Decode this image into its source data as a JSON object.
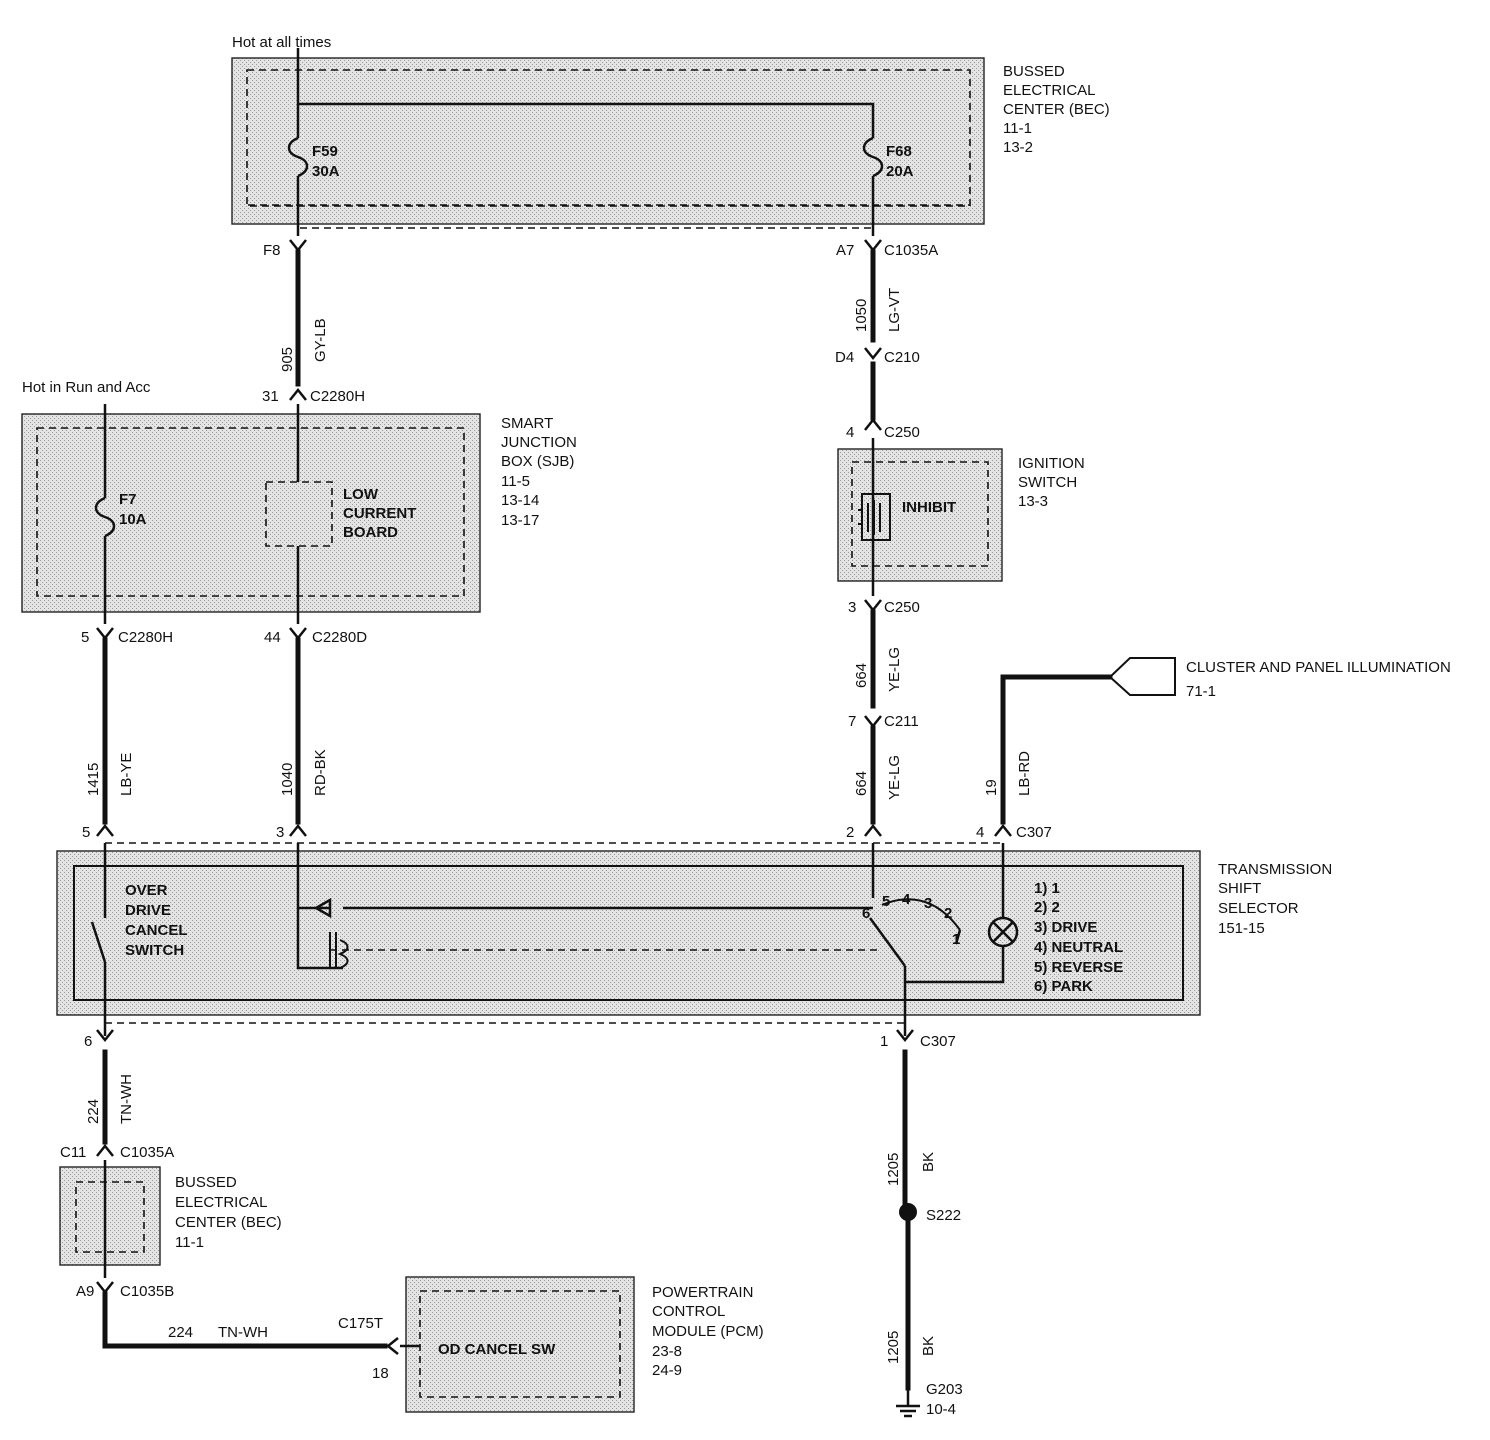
{
  "supply": {
    "hot_at_all_times": "Hot at all times",
    "hot_in_run_acc": "Hot in Run and Acc"
  },
  "components": {
    "bec_top": {
      "line1": "BUSSED",
      "line2": "ELECTRICAL",
      "line3": "CENTER (BEC)",
      "ref1": "11-1",
      "ref2": "13-2"
    },
    "sjb": {
      "line1": "SMART",
      "line2": "JUNCTION",
      "line3": "BOX (SJB)",
      "ref1": "11-5",
      "ref2": "13-14",
      "ref3": "13-17"
    },
    "low_current_board": {
      "line1": "LOW",
      "line2": "CURRENT",
      "line3": "BOARD"
    },
    "ignition_switch": {
      "line1": "IGNITION",
      "line2": "SWITCH",
      "ref1": "13-3",
      "inhibit": "INHIBIT"
    },
    "cluster_illum": {
      "line1": "CLUSTER AND PANEL ILLUMINATION",
      "ref1": "71-1"
    },
    "trans_selector": {
      "line1": "TRANSMISSION",
      "line2": "SHIFT",
      "line3": "SELECTOR",
      "ref1": "151-15",
      "od_cancel": [
        "OVER",
        "DRIVE",
        "CANCEL",
        "SWITCH"
      ],
      "positions": [
        "1) 1",
        "2) 2",
        "3) DRIVE",
        "4) NEUTRAL",
        "5) REVERSE",
        "6) PARK"
      ],
      "contacts": [
        "6",
        "5",
        "4",
        "3",
        "2",
        "1"
      ]
    },
    "bec_bottom": {
      "line1": "BUSSED",
      "line2": "ELECTRICAL",
      "line3": "CENTER (BEC)",
      "ref1": "11-1"
    },
    "pcm": {
      "line1": "POWERTRAIN",
      "line2": "CONTROL",
      "line3": "MODULE (PCM)",
      "ref1": "23-8",
      "ref2": "24-9",
      "input": "OD CANCEL SW"
    }
  },
  "fuses": {
    "f59": {
      "name": "F59",
      "rating": "30A"
    },
    "f68": {
      "name": "F68",
      "rating": "20A"
    },
    "f7": {
      "name": "F7",
      "rating": "10A"
    }
  },
  "connectors": {
    "f8": "F8",
    "a7": "A7",
    "c1035a": "C1035A",
    "d4": "D4",
    "c210": "C210",
    "p31": "31",
    "c2280h_top": "C2280H",
    "p4": "4",
    "c250_top": "C250",
    "p3": "3",
    "c250_bot": "C250",
    "p5": "5",
    "c2280h_bot": "C2280H",
    "p44": "44",
    "c2280d": "C2280D",
    "p7": "7",
    "c211": "C211",
    "ts_p5": "5",
    "ts_p3": "3",
    "ts_p2": "2",
    "ts_p4": "4",
    "c307_top": "C307",
    "ts_p6": "6",
    "ts_p1": "1",
    "c307_bot": "C307",
    "c11": "C11",
    "c1035a_bot": "C1035A",
    "a9": "A9",
    "c1035b": "C1035B",
    "c175t": "C175T",
    "p18": "18",
    "s222": "S222",
    "g203": "G203",
    "g203_ref": "10-4"
  },
  "wires": {
    "w905": {
      "num": "905",
      "color": "GY-LB"
    },
    "w1050": {
      "num": "1050",
      "color": "LG-VT"
    },
    "w664a": {
      "num": "664",
      "color": "YE-LG"
    },
    "w664b": {
      "num": "664",
      "color": "YE-LG"
    },
    "w1415": {
      "num": "1415",
      "color": "LB-YE"
    },
    "w1040": {
      "num": "1040",
      "color": "RD-BK"
    },
    "w19": {
      "num": "19",
      "color": "LB-RD"
    },
    "w224a": {
      "num": "224",
      "color": "TN-WH"
    },
    "w224b": {
      "num": "224",
      "color": "TN-WH"
    },
    "w1205a": {
      "num": "1205",
      "color": "BK"
    },
    "w1205b": {
      "num": "1205",
      "color": "BK"
    }
  }
}
